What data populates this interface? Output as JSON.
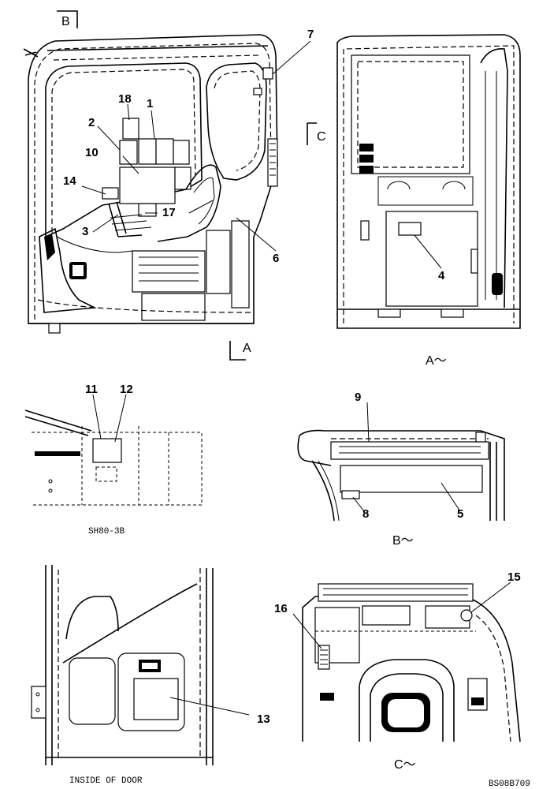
{
  "drawing": {
    "section_markers": {
      "b": "B",
      "c": "C",
      "a": "A"
    },
    "view_titles": {
      "view_a": "A～",
      "view_b": "B～",
      "view_c": "C～"
    },
    "sub_labels": {
      "sh80": "SH80-3B",
      "door": "INSIDE OF DOOR"
    },
    "callouts": {
      "c1": "1",
      "c2": "2",
      "c3": "3",
      "c4": "4",
      "c5": "5",
      "c6": "6",
      "c7": "7",
      "c8": "8",
      "c9": "9",
      "c10": "10",
      "c11": "11",
      "c12": "12",
      "c13": "13",
      "c14": "14",
      "c15": "15",
      "c16": "16",
      "c17": "17",
      "c18": "18"
    },
    "drawing_code": "BS08B709"
  }
}
